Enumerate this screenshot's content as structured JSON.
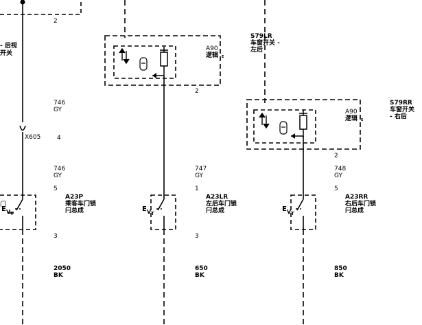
{
  "left": {
    "partial_label_l1": "- 后视",
    "partial_label_l2": "开关",
    "pin_top": "2",
    "wire_top": "746",
    "wire_top_color": "GY",
    "connector": "X605",
    "connector_pin": "4",
    "wire_mid": "746",
    "wire_mid_color": "GY",
    "pin_5": "5",
    "latch_code": "A23P",
    "latch_name_l1": "乘客车门锁",
    "latch_name_l2": "闩总成",
    "pin_3": "3",
    "wire_bottom": "2050",
    "wire_bottom_color": "BK",
    "partial_left_char": "门"
  },
  "middle": {
    "module_code": "A90",
    "module_name": "逻辑",
    "pin": "2",
    "wire": "747",
    "wire_color": "GY",
    "pin_1": "1",
    "latch_code": "A23LR",
    "latch_name_l1": "左后车门锁",
    "latch_name_l2": "闩总成",
    "pin_3": "3",
    "wire_bottom": "650",
    "wire_bottom_color": "BK"
  },
  "right": {
    "switch_lr_code": "S79LR",
    "switch_lr_name_l1": "车窗开关 -",
    "switch_lr_name_l2": "左后",
    "switch_rr_code": "S79RR",
    "switch_rr_name_l1": "车窗开关",
    "switch_rr_name_l2": "- 右后",
    "module_code": "A90",
    "module_name": "逻辑",
    "pin": "2",
    "wire": "748",
    "wire_color": "GY",
    "pin_5": "5",
    "latch_code": "A23RR",
    "latch_name_l1": "右后车门锁",
    "latch_name_l2": "闩总成",
    "wire_bottom": "850",
    "wire_bottom_color": "BK"
  },
  "small_marks": {
    "e_mark": "E",
    "evt_E": "E",
    "evt_V": "V",
    "evt_T": "T"
  }
}
